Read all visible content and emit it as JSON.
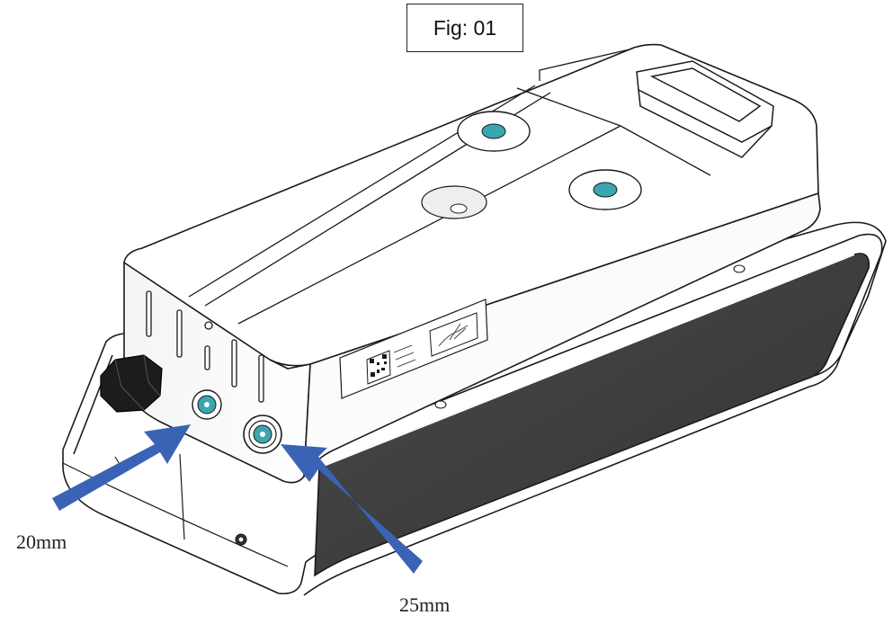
{
  "figure": {
    "title": "Fig: 01"
  },
  "callouts": [
    {
      "label": "20mm",
      "target": "20mm connection port"
    },
    {
      "label": "25mm",
      "target": "25mm connection port"
    }
  ],
  "colors": {
    "outline": "#1a1a1a",
    "body_fill": "#ffffff",
    "side_panel": "#3d3d3d",
    "port_fill": "#3aa6b0",
    "arrow": "#3b63b5",
    "knob": "#1c1c1c"
  },
  "icons": [
    "qr-code-icon",
    "hand-pictogram-icon",
    "hex-knob"
  ]
}
